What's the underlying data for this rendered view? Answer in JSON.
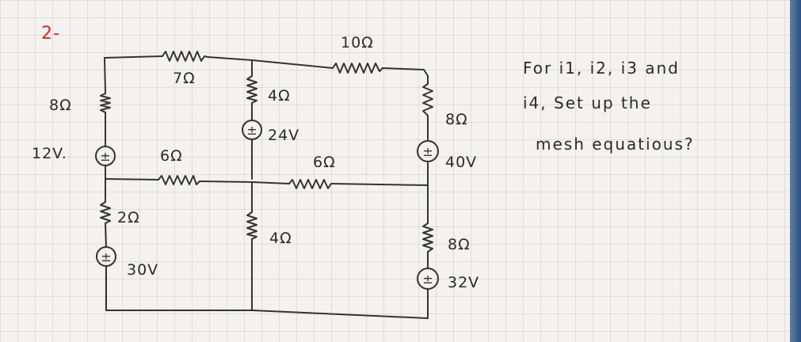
{
  "problem_number": "2-",
  "question_lines": [
    "For i1, i2, i3 and",
    "i4, Set up the",
    "mesh equatious?"
  ],
  "resistors": {
    "r_left_top": "8Ω",
    "r_top_left": "7Ω",
    "r_top_right": "10Ω",
    "r_mid_top": "4Ω",
    "r_right_top": "8Ω",
    "r_horiz_left": "6Ω",
    "r_horiz_right": "6Ω",
    "r_left_bottom": "2Ω",
    "r_mid_bottom": "4Ω",
    "r_right_bottom": "8Ω"
  },
  "sources": {
    "v_left_top": "12V.",
    "v_mid_top": "24V",
    "v_right_top": "40V",
    "v_left_bottom": "30V",
    "v_right_bottom": "32V"
  },
  "source_symbol": "±",
  "colors": {
    "ink": "#2a2a2a",
    "problem_number": "#d22a2a",
    "paper": "#f3f2ef"
  }
}
